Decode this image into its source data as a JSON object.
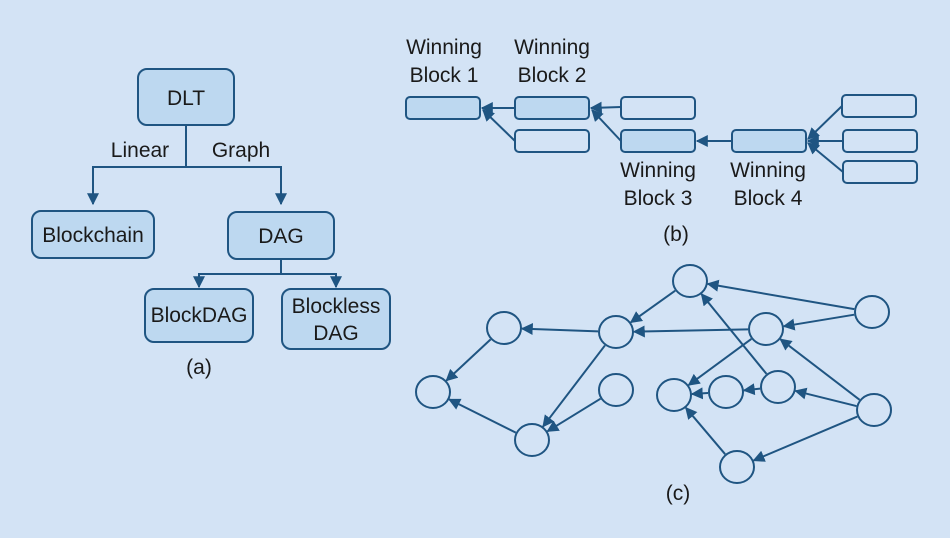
{
  "panel_a": {
    "caption": "(a)",
    "nodes": {
      "dlt": "DLT",
      "blockchain": "Blockchain",
      "dag": "DAG",
      "blockdag": "BlockDAG",
      "blockless_line1": "Blockless",
      "blockless_line2": "DAG"
    },
    "edge_labels": {
      "linear": "Linear",
      "graph": "Graph"
    }
  },
  "panel_b": {
    "caption": "(b)",
    "labels": [
      {
        "line1": "Winning",
        "line2": "Block 1"
      },
      {
        "line1": "Winning",
        "line2": "Block 2"
      },
      {
        "line1": "Winning",
        "line2": "Block 3"
      },
      {
        "line1": "Winning",
        "line2": "Block 4"
      }
    ]
  },
  "panel_c": {
    "caption": "(c)"
  },
  "colors": {
    "background": "#d3e3f5",
    "box_fill": "#bdd8f0",
    "stroke": "#1f5582"
  }
}
